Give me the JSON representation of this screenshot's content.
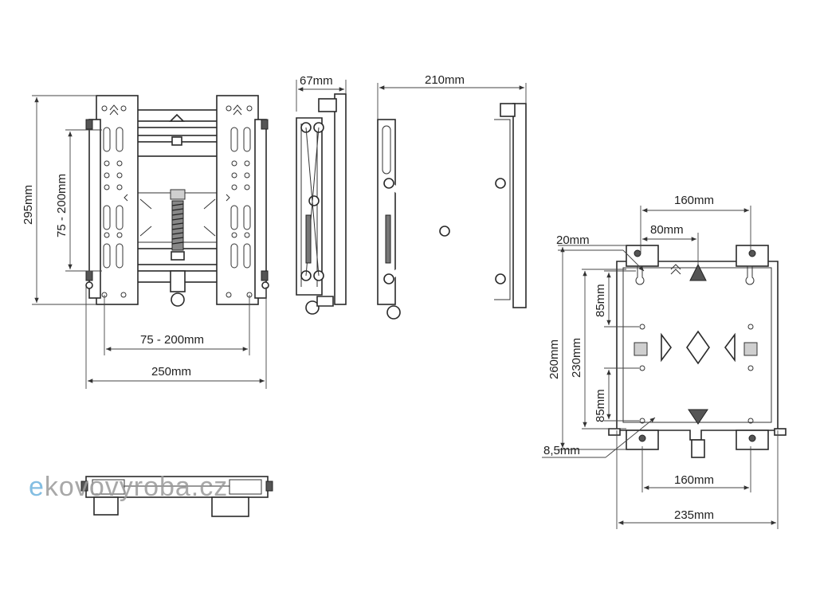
{
  "dimensions": {
    "front_height": "295mm",
    "front_vesa_vertical": "75 - 200mm",
    "front_vesa_horizontal": "75 - 200mm",
    "front_width": "250mm",
    "side_depth_closed": "67mm",
    "side_depth_open": "210mm",
    "wall_top_hole_spacing": "160mm",
    "wall_center_offset": "80mm",
    "wall_slot": "20mm",
    "wall_upper_spacing": "85mm",
    "wall_lower_spacing": "85mm",
    "wall_hole_span": "230mm",
    "wall_height": "260mm",
    "wall_hole_diameter": "8,5mm",
    "wall_bottom_hole_spacing": "160mm",
    "wall_width": "235mm"
  },
  "watermark": {
    "text_a": "e",
    "text_b": "kovovyroba",
    "text_c": ".cz",
    "color_a": "#6fb3dd",
    "color_b": "#9a9a9a"
  }
}
